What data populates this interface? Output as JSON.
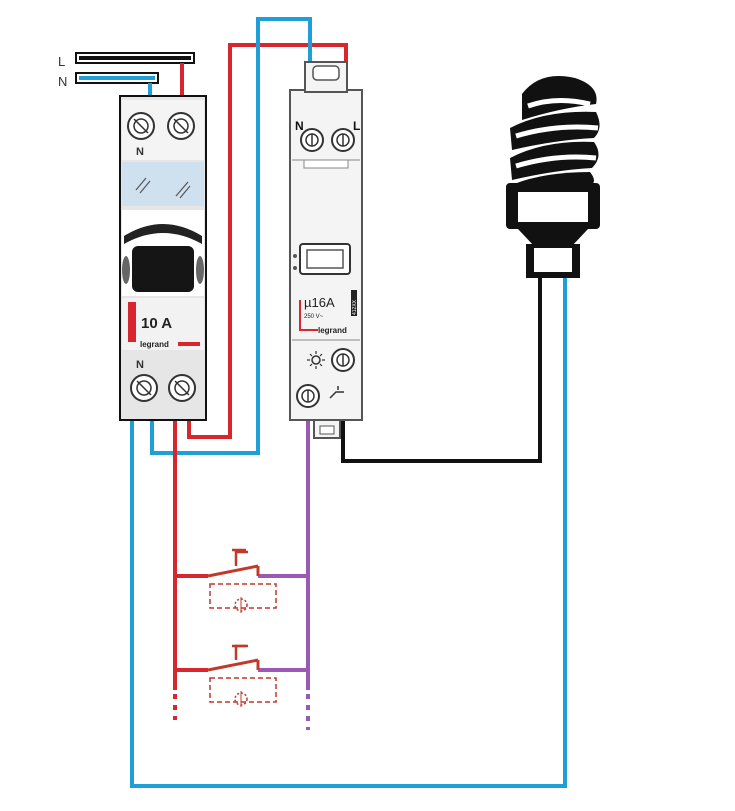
{
  "bus": {
    "line_label": "L",
    "neutral_label": "N"
  },
  "breaker": {
    "top_terminal_label": "N",
    "bottom_terminal_label": "N",
    "rating": "10 A",
    "brand": "legrand"
  },
  "relay": {
    "top_left_label": "N",
    "top_right_label": "L",
    "rating": "µ16A",
    "voltage": "250 V~",
    "brand": "legrand",
    "side_code": "412XX"
  },
  "colors": {
    "line": "#d8262e",
    "neutral": "#1e9fd8",
    "control": "#9b59b6",
    "lamp_wire": "#111111",
    "switch_outline": "#c0392b"
  },
  "icons": [
    "bulb-icon",
    "sun-icon",
    "pushbutton-icon"
  ]
}
